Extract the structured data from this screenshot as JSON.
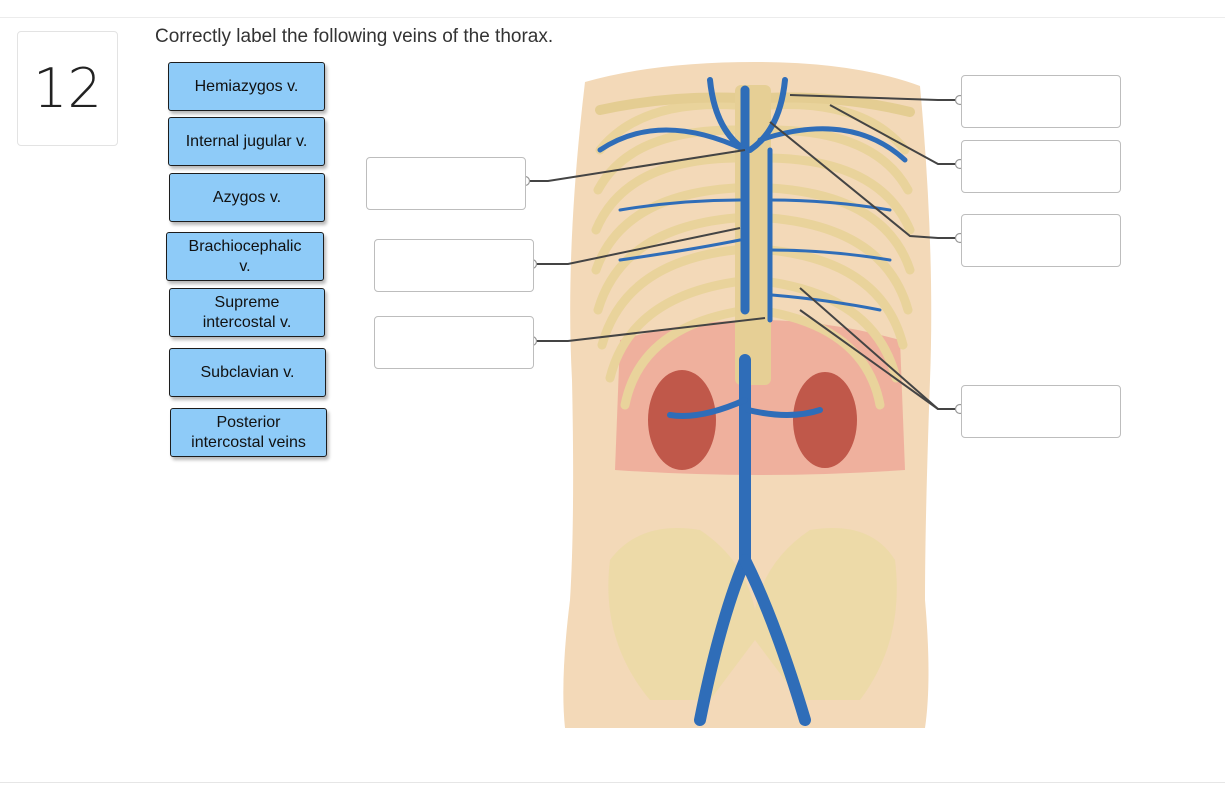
{
  "question": {
    "number": "12",
    "prompt": "Correctly label the following veins of the thorax."
  },
  "label_bank": [
    "Hemiazygos v.",
    "Internal jugular v.",
    "Azygos v.",
    "Brachiocephalic v.",
    "Supreme intercostal v.",
    "Subclavian v.",
    "Posterior intercostal veins"
  ],
  "figure": {
    "description_icon": "anatomy-thorax-veins-illustration",
    "colors": {
      "skin": "#f3d9b8",
      "bone": "#ecd9a6",
      "vein": "#2f6db8",
      "kidney": "#c0584a",
      "diaphragm": "#eea294",
      "answer_box_border": "#bdbdbd",
      "chip_fill": "#8ecbf8"
    }
  },
  "drop_targets_left_count": 3,
  "drop_targets_right_count": 4
}
